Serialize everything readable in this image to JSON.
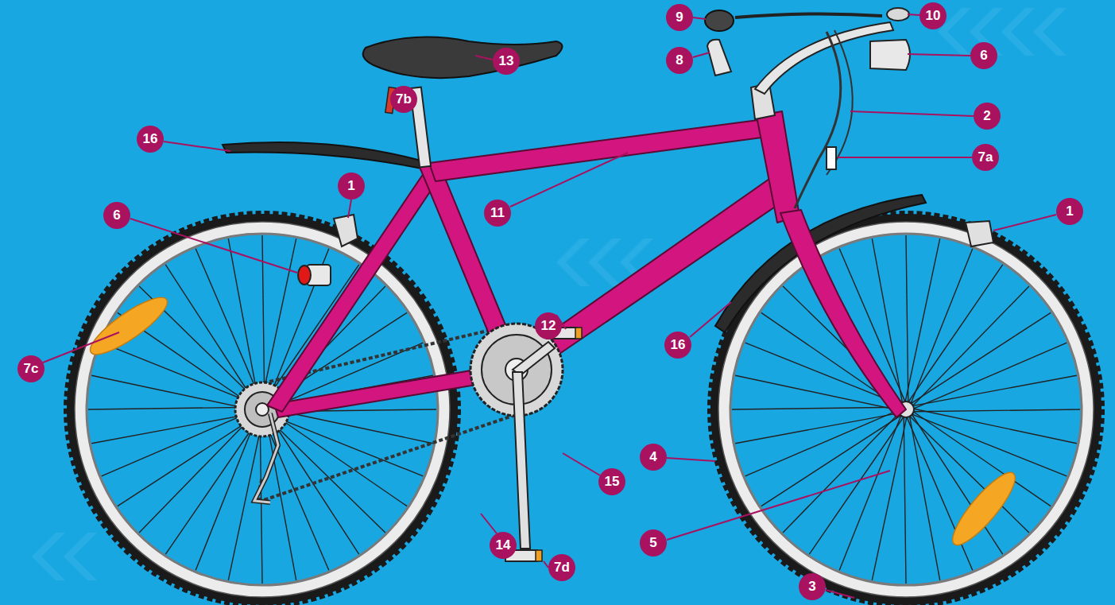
{
  "diagram": {
    "labels": [
      "10",
      "9",
      "13",
      "8",
      "6",
      "7b",
      "2",
      "16",
      "7a",
      "1",
      "11",
      "6",
      "1",
      "12",
      "16",
      "7c",
      "4",
      "15",
      "5",
      "14",
      "7d",
      "3"
    ]
  }
}
